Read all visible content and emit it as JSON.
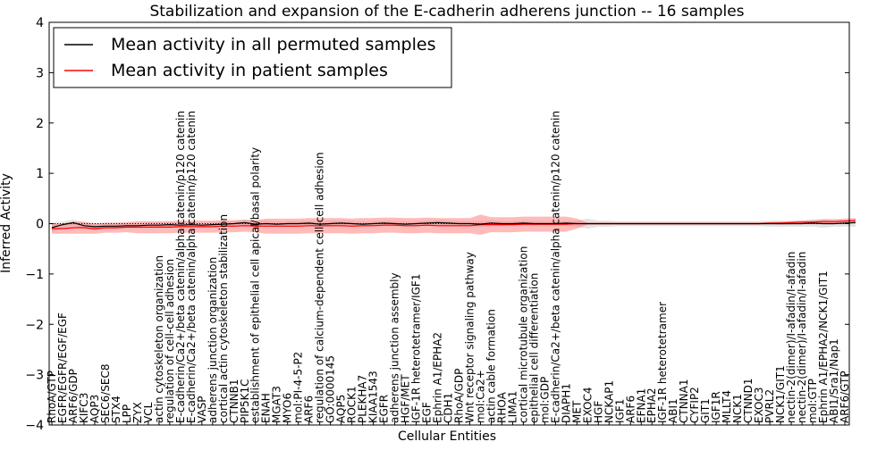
{
  "chart_data": {
    "type": "line",
    "title": "Stabilization and expansion of the E-cadherin adherens junction -- 16 samples",
    "xlabel": "Cellular Entities",
    "ylabel": "Inferred Activity",
    "ylim": [
      -4,
      4
    ],
    "yticks": [
      -4,
      -3,
      -2,
      -1,
      0,
      1,
      2,
      3,
      4
    ],
    "grid": false,
    "legend_position": "top-left",
    "categories": [
      "RhoA/GTP",
      "EGFR/EGFR/EGF/EGF",
      "ARF6/GDP",
      "KIFC3",
      "AQP3",
      "SEC6/SEC8",
      "STX4",
      "LPP",
      "ZYX",
      "VCL",
      "actin cytoskeleton organization",
      "regulation of cell-cell adhesion",
      "E-cadherin/Ca2+/beta catenin/alpha catenin/p120 catenin",
      "E-cadherin/Ca2+/beta catenin/alpha catenin/p120 catenin",
      "VASP",
      "adherens junction organization",
      "cortical actin cytoskeleton stabilization",
      "CTNNB1",
      "PIP5K1C",
      "establishment of epithelial cell apical/basal polarity",
      "ENAH",
      "MGAT3",
      "MYO6",
      "mol:PI-4-5-P2",
      "ARF6",
      "regulation of calcium-dependent cell-cell adhesion",
      "GO:0000145",
      "AQP5",
      "ROCK1",
      "PLEKHA7",
      "KIAA1543",
      "EGFR",
      "adherens junction assembly",
      "HGF/MET",
      "IGF-1R heterotetramer/IGF1",
      "EGF",
      "Ephrin A1/EPHA2",
      "CDH1",
      "RhoA/GDP",
      "Wnt receptor signaling pathway",
      "mol:Ca2+",
      "actin cable formation",
      "RHOA",
      "LIMA1",
      "cortical microtubule organization",
      "epithelial cell differentiation",
      "mol:GDP",
      "E-cadherin/Ca2+/beta catenin/alpha catenin/p120 catenin",
      "DIAPH1",
      "MET",
      "EXOC4",
      "HGF",
      "NCKAP1",
      "IGF1",
      "ARF6",
      "EFNA1",
      "EPHA2",
      "IGF-1R heterotetramer",
      "ABI1",
      "CTNNA1",
      "CYFIP2",
      "GIT1",
      "IGF1R",
      "MLLT4",
      "NCK1",
      "CTNND1",
      "EXOC3",
      "PVRL2",
      "NCK1/GIT1",
      "nectin-2(dimer)/I-afadin/I-afadin",
      "nectin-2(dimer)/I-afadin/I-afadin",
      "mol:GTP",
      "Ephrin A1/EPHA2/NCK1/GIT1",
      "ABI1/Sra1/Nap1",
      "ARF6/GTP"
    ],
    "series": [
      {
        "name": "Mean activity in all permuted samples",
        "color": "#000000",
        "values": [
          -0.08,
          -0.02,
          0.02,
          -0.04,
          -0.06,
          -0.05,
          -0.05,
          -0.04,
          -0.04,
          -0.03,
          -0.03,
          -0.02,
          -0.03,
          -0.02,
          -0.03,
          -0.02,
          -0.01,
          0.0,
          0.02,
          -0.01,
          0.0,
          -0.01,
          0.0,
          0.0,
          0.01,
          -0.01,
          0.0,
          0.01,
          0.0,
          -0.01,
          0.0,
          0.01,
          0.0,
          -0.01,
          0.0,
          0.01,
          0.02,
          0.01,
          0.0,
          0.0,
          -0.01,
          0.01,
          0.0,
          0.0,
          0.01,
          0.0,
          0.0,
          0.0,
          0.01,
          0.0,
          0.0,
          0.0,
          0.0,
          0.0,
          0.0,
          0.0,
          0.0,
          0.0,
          0.0,
          0.0,
          0.0,
          0.0,
          0.0,
          0.0,
          0.0,
          0.0,
          0.0,
          0.0,
          0.0,
          0.0,
          0.0,
          0.01,
          0.0,
          0.0,
          0.01,
          0.02
        ],
        "band": [
          0.1,
          0.06,
          0.06,
          0.06,
          0.08,
          0.06,
          0.06,
          0.05,
          0.05,
          0.05,
          0.05,
          0.05,
          0.05,
          0.05,
          0.05,
          0.05,
          0.05,
          0.05,
          0.06,
          0.06,
          0.06,
          0.05,
          0.05,
          0.05,
          0.05,
          0.05,
          0.06,
          0.05,
          0.05,
          0.05,
          0.05,
          0.05,
          0.05,
          0.05,
          0.05,
          0.05,
          0.05,
          0.05,
          0.05,
          0.05,
          0.06,
          0.05,
          0.05,
          0.05,
          0.05,
          0.05,
          0.05,
          0.05,
          0.05,
          0.06,
          0.1,
          0.06,
          0.06,
          0.05,
          0.05,
          0.05,
          0.05,
          0.05,
          0.05,
          0.05,
          0.05,
          0.05,
          0.05,
          0.05,
          0.05,
          0.05,
          0.05,
          0.06,
          0.06,
          0.06,
          0.06,
          0.07,
          0.08,
          0.06,
          0.07,
          0.08
        ]
      },
      {
        "name": "Mean activity in patient samples",
        "color": "#ff0000",
        "values": [
          -0.1,
          -0.1,
          -0.08,
          -0.08,
          -0.1,
          -0.08,
          -0.08,
          -0.07,
          -0.07,
          -0.07,
          -0.07,
          -0.07,
          -0.06,
          -0.06,
          -0.06,
          -0.06,
          -0.05,
          -0.05,
          -0.04,
          -0.05,
          -0.05,
          -0.05,
          -0.05,
          -0.05,
          -0.04,
          -0.04,
          -0.04,
          -0.04,
          -0.05,
          -0.04,
          -0.04,
          -0.03,
          -0.03,
          -0.04,
          -0.04,
          -0.03,
          -0.04,
          -0.04,
          -0.04,
          -0.04,
          -0.02,
          -0.02,
          -0.02,
          -0.02,
          -0.01,
          -0.01,
          -0.01,
          -0.01,
          -0.01,
          0.0,
          0.0,
          0.0,
          0.0,
          0.0,
          0.0,
          0.0,
          0.0,
          0.0,
          0.0,
          0.0,
          0.0,
          0.0,
          0.0,
          0.0,
          0.0,
          0.0,
          0.0,
          0.01,
          0.01,
          0.02,
          0.03,
          0.03,
          0.04,
          0.04,
          0.05,
          0.06
        ],
        "band": [
          0.1,
          0.1,
          0.12,
          0.12,
          0.1,
          0.1,
          0.1,
          0.1,
          0.12,
          0.12,
          0.12,
          0.12,
          0.12,
          0.12,
          0.12,
          0.12,
          0.12,
          0.12,
          0.12,
          0.12,
          0.15,
          0.15,
          0.15,
          0.15,
          0.15,
          0.15,
          0.15,
          0.15,
          0.15,
          0.15,
          0.15,
          0.15,
          0.15,
          0.15,
          0.15,
          0.15,
          0.15,
          0.15,
          0.15,
          0.15,
          0.2,
          0.15,
          0.15,
          0.15,
          0.15,
          0.15,
          0.15,
          0.15,
          0.15,
          0.1,
          0.02,
          0.02,
          0.02,
          0.02,
          0.02,
          0.02,
          0.02,
          0.02,
          0.02,
          0.02,
          0.02,
          0.02,
          0.02,
          0.02,
          0.02,
          0.02,
          0.02,
          0.02,
          0.03,
          0.03,
          0.03,
          0.04,
          0.05,
          0.05,
          0.05,
          0.05
        ]
      }
    ],
    "reference_line": 0
  }
}
